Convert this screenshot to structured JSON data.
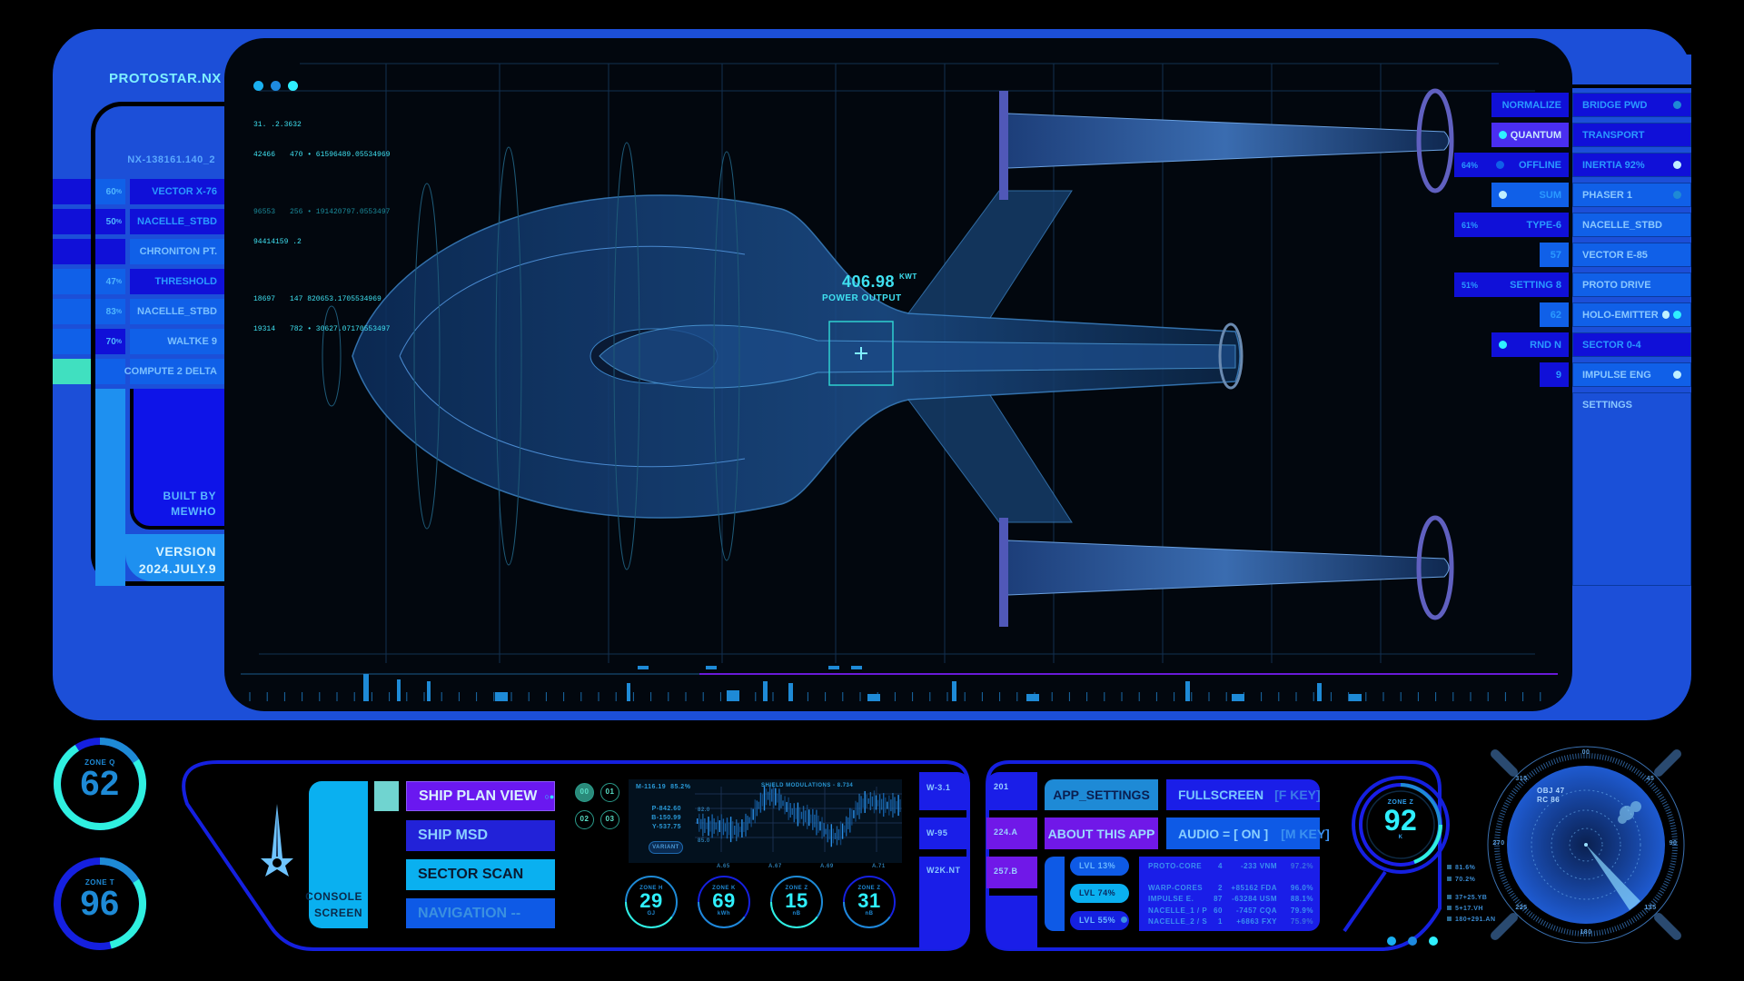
{
  "app": {
    "title": "PROTOSTAR.NX",
    "ship_id": "NX-138161.140_2",
    "built_by_line1": "BUILT BY",
    "built_by_line2": "MEWHO",
    "version_label": "VERSION",
    "version": "2024.JULY.9"
  },
  "left_rows": [
    {
      "pct": "60",
      "label": "VECTOR X-76"
    },
    {
      "pct": "50",
      "label": "NACELLE_STBD"
    },
    {
      "pct": "",
      "label": "CHRONITON PT."
    },
    {
      "pct": "47",
      "label": "THRESHOLD"
    },
    {
      "pct": "83",
      "label": "NACELLE_STBD"
    },
    {
      "pct": "70",
      "label": "WALTKE 9"
    },
    {
      "pct": "",
      "label": "COMPUTE 2 DELTA"
    }
  ],
  "pct_unit": "%",
  "readout": {
    "l1": "31. .2.3632",
    "l2a": "42466",
    "l2b": "470 • 61596489.05534969",
    "l3a": "96553",
    "l3b": "256 • 191420797.0553497",
    "l4": "94414159 .2",
    "l5a": "18697",
    "l5b": "147 820653.1705534969",
    "l6a": "19314",
    "l6b": "782 • 30627.07170553497"
  },
  "power": {
    "value": "406.98",
    "unit": "KWT",
    "label": "POWER OUTPUT"
  },
  "right_secondary": [
    {
      "label": "NORMALIZE",
      "pct": ""
    },
    {
      "label": "QUANTUM",
      "pct": ""
    },
    {
      "label": "OFFLINE",
      "pct": "64%"
    },
    {
      "label": "SUM",
      "pct": ""
    },
    {
      "label": "TYPE-6",
      "pct": "61%"
    },
    {
      "label": "57",
      "pct": ""
    },
    {
      "label": "SETTING 8",
      "pct": "51%"
    },
    {
      "label": "62",
      "pct": ""
    },
    {
      "label": "RND N",
      "pct": ""
    },
    {
      "label": "9",
      "pct": ""
    }
  ],
  "right_menu": [
    "BRIDGE PWD",
    "TRANSPORT",
    "INERTIA 92%",
    "PHASER 1",
    "NACELLE_STBD",
    "VECTOR E-85",
    "PROTO DRIVE",
    "HOLO-EMITTER",
    "SECTOR 0-4",
    "IMPULSE ENG",
    "SETTINGS"
  ],
  "zones_left": [
    {
      "name": "ZONE Q",
      "value": "62",
      "fraction": 0.75
    },
    {
      "name": "ZONE T",
      "value": "96",
      "fraction": 0.3
    }
  ],
  "console": {
    "screen_line1": "CONSOLE",
    "screen_line2": "SCREEN",
    "nav": [
      "SHIP PLAN VIEW",
      "SHIP MSD",
      "SECTOR SCAN",
      "NAVIGATION --"
    ],
    "selectors": [
      "00",
      "01",
      "02",
      "03"
    ]
  },
  "shield": {
    "m": "M-116.19",
    "m_pct": "85.2%",
    "p": "P-842.60",
    "b": "B-150.99",
    "y": "Y-537.75",
    "variant": "VARIANT",
    "title": "SHIELD MODULATIONS - 8.734",
    "y_ticks": [
      "82.0",
      "85.0"
    ],
    "x_ticks": [
      "A.65",
      "A.67",
      "A.69",
      "A.71"
    ]
  },
  "small_zones": [
    {
      "name": "ZONE H",
      "value": "29",
      "unit": "GJ"
    },
    {
      "name": "ZONE K",
      "value": "69",
      "unit": "kWh"
    },
    {
      "name": "ZONE Z",
      "value": "15",
      "unit": "nB"
    },
    {
      "name": "ZONE Z",
      "value": "31",
      "unit": "nB"
    }
  ],
  "w_col": [
    "W-3.1",
    "W-95",
    "W2K.NT"
  ],
  "n_col": [
    "201",
    "224.A",
    "257.B"
  ],
  "app_buttons": {
    "settings": "APP_SETTINGS",
    "fullscreen": "FULLSCREEN",
    "fullscreen_key": "[F KEY]",
    "about": "ABOUT THIS APP",
    "audio": "AUDIO = [ ON ]",
    "audio_key": "[M KEY]"
  },
  "levels": [
    "LVL 13%",
    "LVL 74%",
    "LVL 55%"
  ],
  "cores": [
    [
      "PROTO-CORE",
      "4",
      "-233 VNM",
      "97.2%"
    ],
    [
      "WARP-CORES",
      "2",
      "+85162 FDA",
      "96.0%"
    ],
    [
      "IMPULSE E.",
      "87",
      "-63284 USM",
      "88.1%"
    ],
    [
      "NACELLE_1 / P",
      "60",
      "-7457 CQA",
      "79.9%"
    ],
    [
      "NACELLE_2 / S",
      "1",
      "+6863 FXY",
      "75.9%"
    ]
  ],
  "zone_z": {
    "name": "ZONE Z",
    "value": "92",
    "unit": "K"
  },
  "radar": {
    "obj": "OBJ 47",
    "rc": "RC 86",
    "bearings": [
      "00",
      "45",
      "90",
      "135",
      "180",
      "225",
      "270",
      "315"
    ],
    "legend": [
      "81.6%",
      "70.2%",
      "37+25.YB",
      "5+17.VH",
      "180+291.AN"
    ]
  }
}
